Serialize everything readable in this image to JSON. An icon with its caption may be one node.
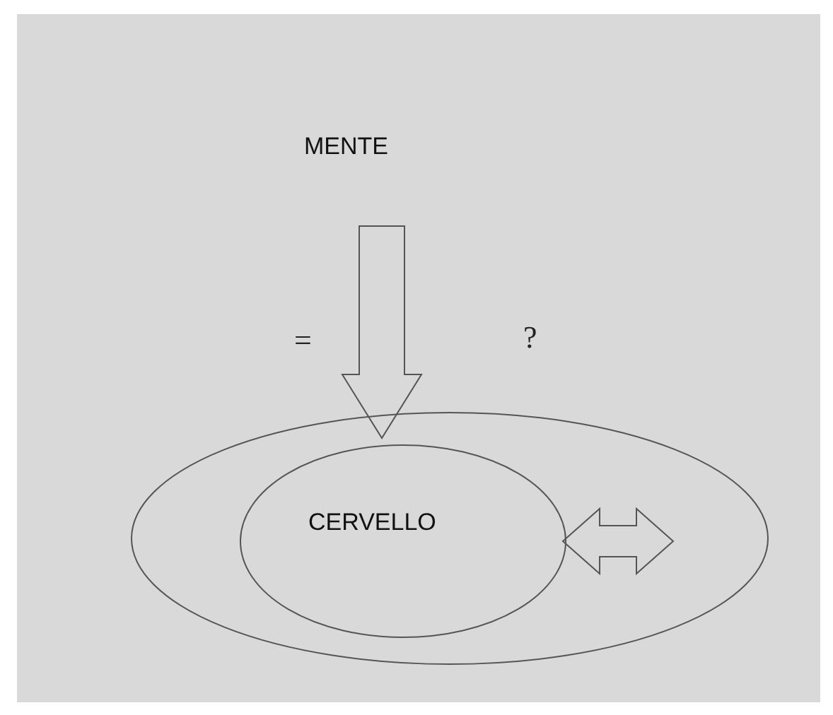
{
  "diagram": {
    "nodes": [
      {
        "text": [
          "MENTE"
        ]
      },
      {
        "text": [],
        "shape": "circle"
      },
      {
        "text": [
          "CERVELLO"
        ],
        "in": 1
      }
    ],
    "edges": [
      {
        "from": 0,
        "to": 1,
        "arrow": "to"
      },
      {
        "from": 2,
        "to": null,
        "arrow": "both"
      }
    ],
    "labels": [
      "=",
      "?"
    ]
  }
}
